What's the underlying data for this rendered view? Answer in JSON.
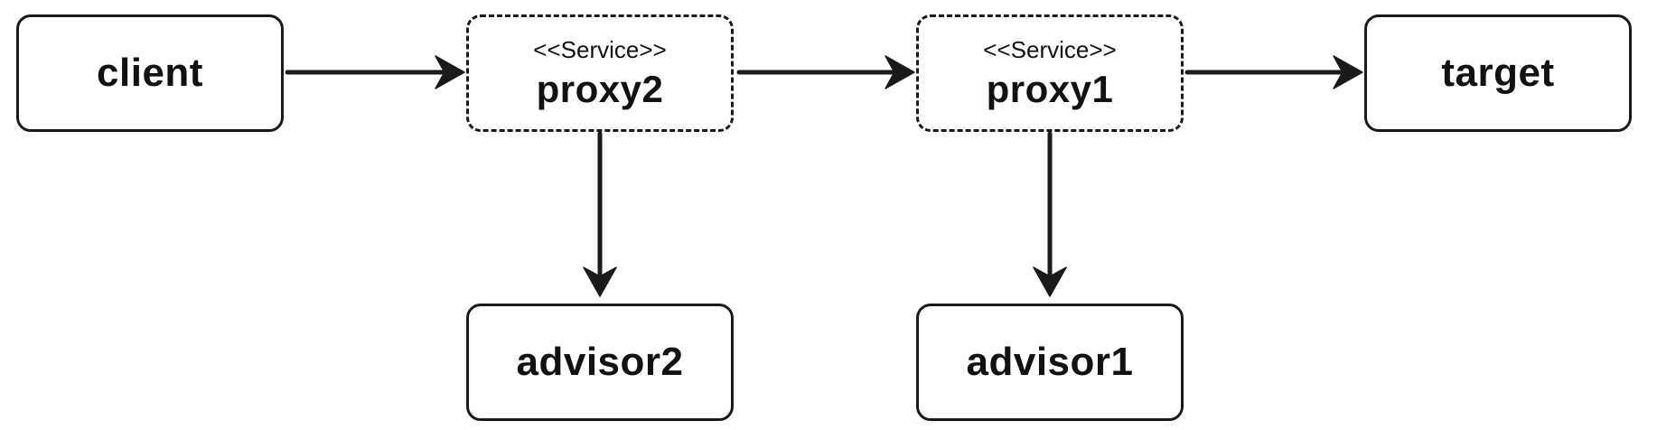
{
  "diagram": {
    "nodes": {
      "client": {
        "label": "client"
      },
      "proxy2": {
        "stereotype": "<<Service>>",
        "label": "proxy2"
      },
      "proxy1": {
        "stereotype": "<<Service>>",
        "label": "proxy1"
      },
      "target": {
        "label": "target"
      },
      "advisor2": {
        "label": "advisor2"
      },
      "advisor1": {
        "label": "advisor1"
      }
    },
    "edges": [
      {
        "from": "client",
        "to": "proxy2"
      },
      {
        "from": "proxy2",
        "to": "proxy1"
      },
      {
        "from": "proxy1",
        "to": "target"
      },
      {
        "from": "proxy2",
        "to": "advisor2"
      },
      {
        "from": "proxy1",
        "to": "advisor1"
      }
    ]
  }
}
